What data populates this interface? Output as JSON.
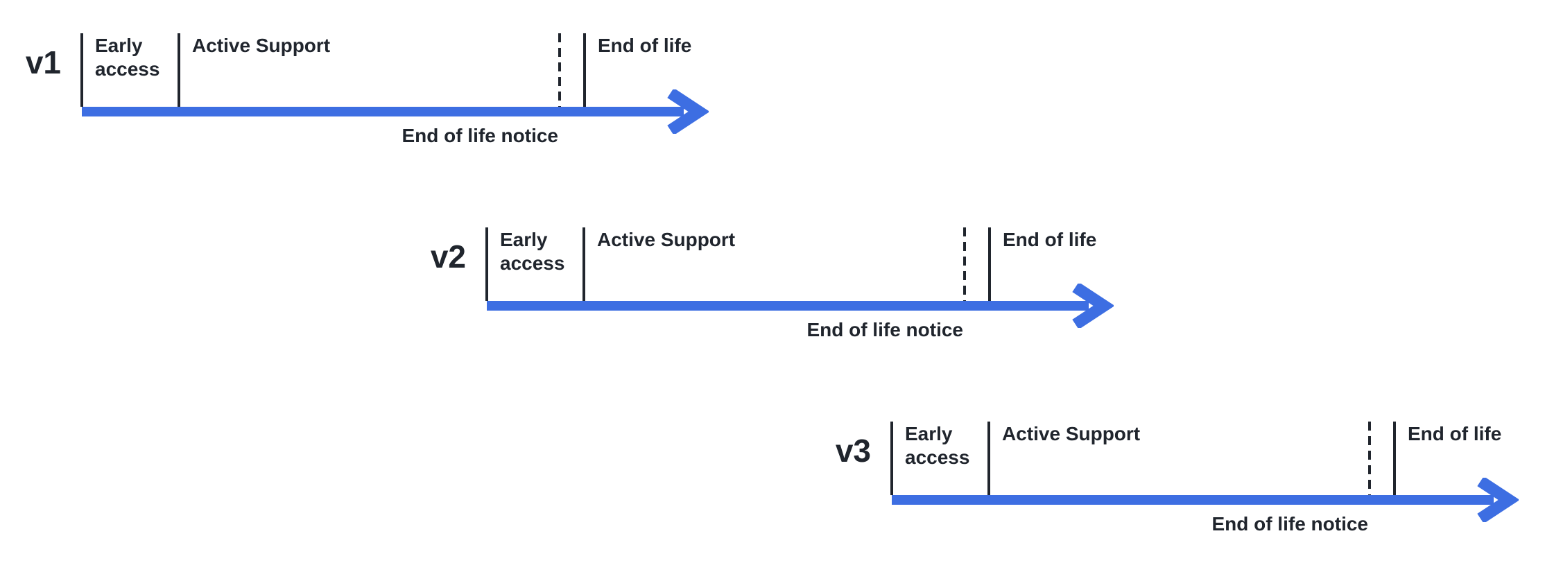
{
  "colors": {
    "arrow_blue": "#3d6ee2",
    "ink": "#20252d"
  },
  "timelines": [
    {
      "version": "v1",
      "labels": {
        "early_access": "Early access",
        "active_support": "Active Support",
        "end_of_life": "End of life",
        "end_of_life_notice": "End of life notice"
      }
    },
    {
      "version": "v2",
      "labels": {
        "early_access": "Early access",
        "active_support": "Active Support",
        "end_of_life": "End of life",
        "end_of_life_notice": "End of life notice"
      }
    },
    {
      "version": "v3",
      "labels": {
        "early_access": "Early access",
        "active_support": "Active Support",
        "end_of_life": "End of life",
        "end_of_life_notice": "End of life notice"
      }
    }
  ]
}
